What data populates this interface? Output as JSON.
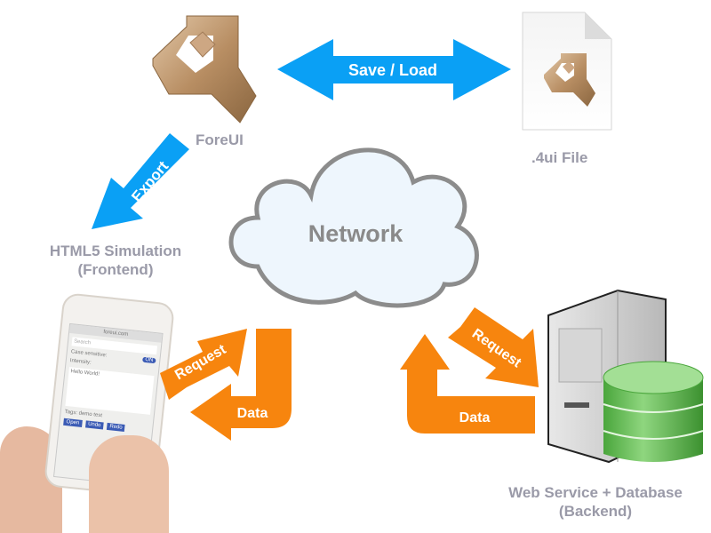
{
  "nodes": {
    "foreui": {
      "label": "ForeUI",
      "icon": "foreui-wrench-logo"
    },
    "file": {
      "label": ".4ui File",
      "icon": "document-icon"
    },
    "frontend": {
      "line1": "HTML5 Simulation",
      "line2": "(Frontend)"
    },
    "network": {
      "label": "Network",
      "icon": "cloud"
    },
    "backend": {
      "line1": "Web Service + Database",
      "line2": "(Backend)",
      "icon": "server-database"
    }
  },
  "arrows": {
    "save_load": "Save / Load",
    "export": "Export",
    "front_request": "Request",
    "front_data": "Data",
    "back_request": "Request",
    "back_data": "Data"
  },
  "phone": {
    "url": "foreui.com",
    "search_placeholder": "Search",
    "case_label": "Case sensitive:",
    "toggle": "ON",
    "intensity_label": "Intensity:",
    "text": "Hello World!",
    "tags_label": "Tags:",
    "tags": [
      "demo",
      "test"
    ],
    "buttons": [
      "Open",
      "Undo",
      "Redo"
    ]
  },
  "colors": {
    "blue": "#0aa0f5",
    "orange": "#f7850e",
    "bronze": "#b08860",
    "label_gray": "#9a9aa8",
    "cloud_fill": "#eef6fd",
    "db_green": "#5cb84e"
  }
}
